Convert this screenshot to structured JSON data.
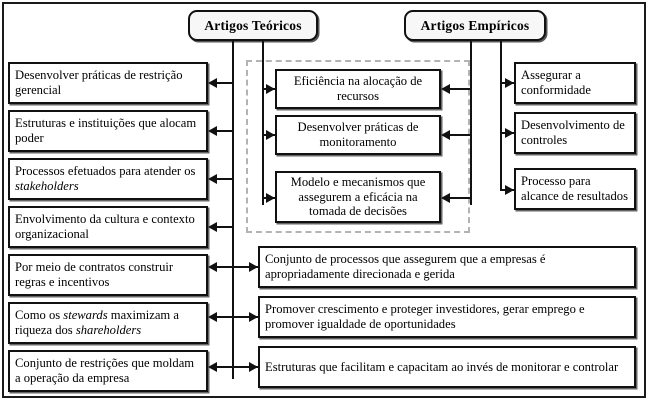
{
  "figure": {
    "headers": [
      {
        "id": "teoricos",
        "label": "Artigos Teóricos"
      },
      {
        "id": "empiricos",
        "label": "Artigos Empíricos"
      }
    ],
    "left_column": [
      {
        "line1": "Desenvolver práticas de",
        "line2": "restrição gerencial",
        "italic": ""
      },
      {
        "line1": "Estruturas e instituições que",
        "line2": "alocam poder",
        "italic": ""
      },
      {
        "line1": "Processos efetuados para atender",
        "line2": "os ",
        "italic": "stakeholders"
      },
      {
        "line1": "Envolvimento da cultura e",
        "line2": "contexto organizacional",
        "italic": ""
      },
      {
        "line1": "Por meio de contratos construir",
        "line2": "regras e incentivos",
        "italic": ""
      },
      {
        "line1": "Como os ",
        "italic": "stewards",
        "line2": " maximizam a riqueza dos ",
        "italic2": "shareholders"
      },
      {
        "line1": "Conjunto de restrições que",
        "line2": "moldam a operação da empresa",
        "italic": ""
      }
    ],
    "left_column_text": [
      "Desenvolver práticas de restrição gerencial",
      "Estruturas e instituições que alocam poder",
      "Processos efetuados para atender os stakeholders",
      "Envolvimento da cultura e contexto organizacional",
      "Por meio de contratos construir regras e incentivos",
      "Como os stewards maximizam a riqueza dos shareholders",
      "Conjunto de restrições que moldam a operação da empresa"
    ],
    "center_column": [
      "Eficiência na alocação de recursos",
      "Desenvolver práticas de monitoramento",
      "Modelo e mecanismos que assegurem a eficácia na tomada de decisões"
    ],
    "right_column": [
      "Assegurar a conformidade",
      "Desenvolvimento de controles",
      "Processo para alcance de resultados"
    ],
    "bottom_wide": [
      "Conjunto de processos que assegurem que a empresas é apropriadamente direcionada e gerida",
      "Promover crescimento e proteger investidores, gerar emprego e promover igualdade de oportunidades",
      "Estruturas que facilitam e capacitam ao invés de monitorar e controlar"
    ],
    "colors": {
      "stroke": "#111111",
      "dashed_group": "#b3b3b3",
      "header_fill": "#f7f7f7",
      "box_fill": "#ffffff",
      "background": "#ffffff"
    }
  }
}
